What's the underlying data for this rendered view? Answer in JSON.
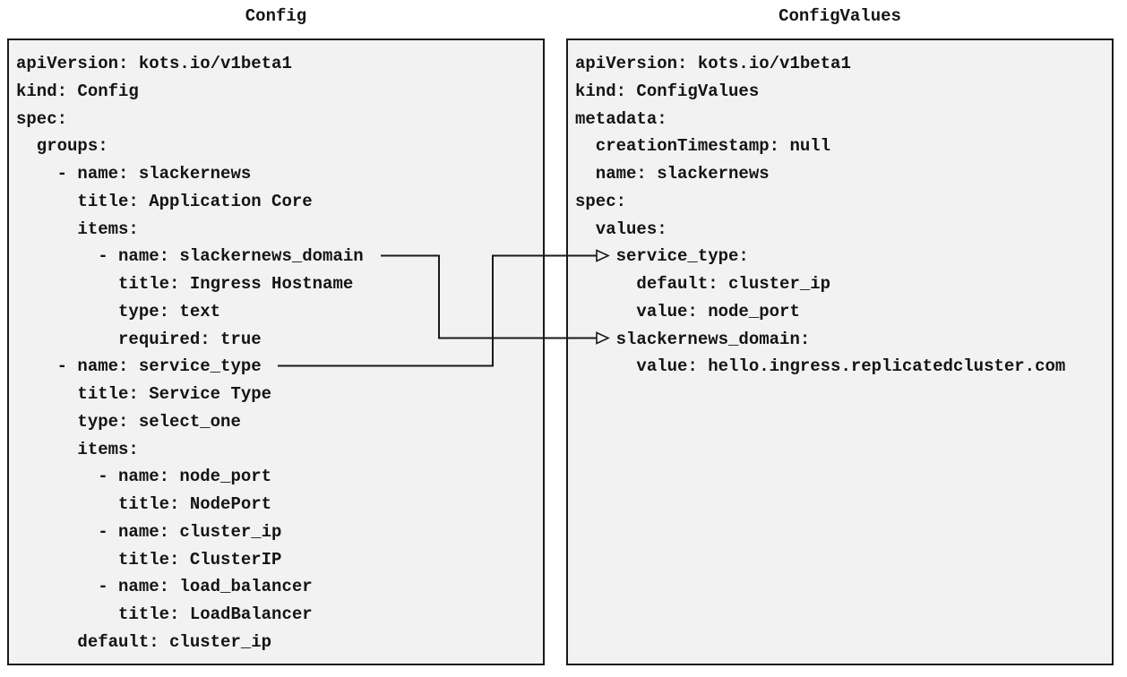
{
  "diagram": {
    "left_panel": {
      "title": "Config",
      "yaml_lines": [
        "apiVersion: kots.io/v1beta1",
        "kind: Config",
        "spec:",
        "  groups:",
        "    - name: slackernews",
        "      title: Application Core",
        "      items:",
        "        - name: slackernews_domain",
        "          title: Ingress Hostname",
        "          type: text",
        "          required: true",
        "    - name: service_type",
        "      title: Service Type",
        "      type: select_one",
        "      items:",
        "        - name: node_port",
        "          title: NodePort",
        "        - name: cluster_ip",
        "          title: ClusterIP",
        "        - name: load_balancer",
        "          title: LoadBalancer",
        "      default: cluster_ip"
      ]
    },
    "right_panel": {
      "title": "ConfigValues",
      "yaml_lines": [
        "apiVersion: kots.io/v1beta1",
        "kind: ConfigValues",
        "metadata:",
        "  creationTimestamp: null",
        "  name: slackernews",
        "spec:",
        "  values:",
        "    service_type:",
        "      default: cluster_ip",
        "      value: node_port",
        "    slackernews_domain:",
        "      value: hello.ingress.replicatedcluster.com"
      ]
    },
    "connectors": [
      {
        "source": "Config item: name: slackernews_domain",
        "target": "ConfigValues key: slackernews_domain:"
      },
      {
        "source": "Config item: name: service_type",
        "target": "ConfigValues key: service_type:"
      }
    ],
    "colors": {
      "panel_background": "#f2f2f2",
      "border": "#1a1a1a",
      "text": "#141414",
      "page_background": "#ffffff"
    }
  }
}
